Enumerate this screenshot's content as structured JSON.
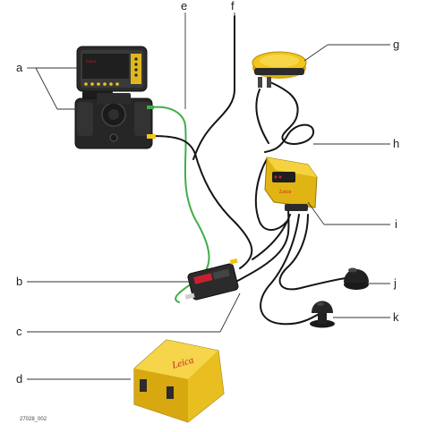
{
  "callouts": {
    "a": "a",
    "b": "b",
    "c": "c",
    "d": "d",
    "e": "e",
    "f": "f",
    "g": "g",
    "h": "h",
    "i": "i",
    "j": "j",
    "k": "k"
  },
  "figure_id": "27028_002",
  "brand": "Leica",
  "colors": {
    "device_yellow": "#f2c51c",
    "device_dark": "#2b2b2b",
    "cable_black": "#151515",
    "cable_green": "#3fae4a",
    "accent_red": "#c8202e"
  }
}
